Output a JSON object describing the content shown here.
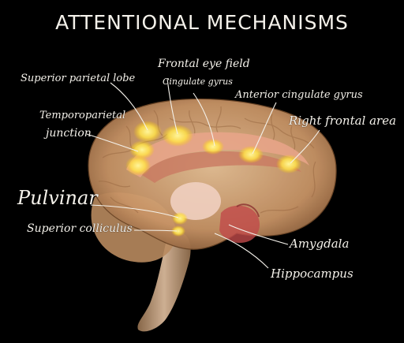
{
  "title": "ATTENTIONAL MECHANISMS",
  "labels": {
    "superior_parietal_lobe": "Superior parietal lobe",
    "frontal_eye_field": "Frontal eye field",
    "cingulate_gyrus": "Cingulate gyrus",
    "anterior_cingulate_gyrus": "Anterior cingulate gyrus",
    "right_frontal_area": "Right frontal area",
    "temporoparietal_junction_1": "Temporoparietal",
    "temporoparietal_junction_2": "junction",
    "pulvinar": "Pulvinar",
    "superior_colliculus": "Superior colliculus",
    "amygdala": "Amygdala",
    "hippocampus": "Hippocampus"
  },
  "colors": {
    "background": "#000000",
    "cortex": "#d9a878",
    "highlight": "#ffe85a",
    "label_text": "#f4f1ea"
  }
}
